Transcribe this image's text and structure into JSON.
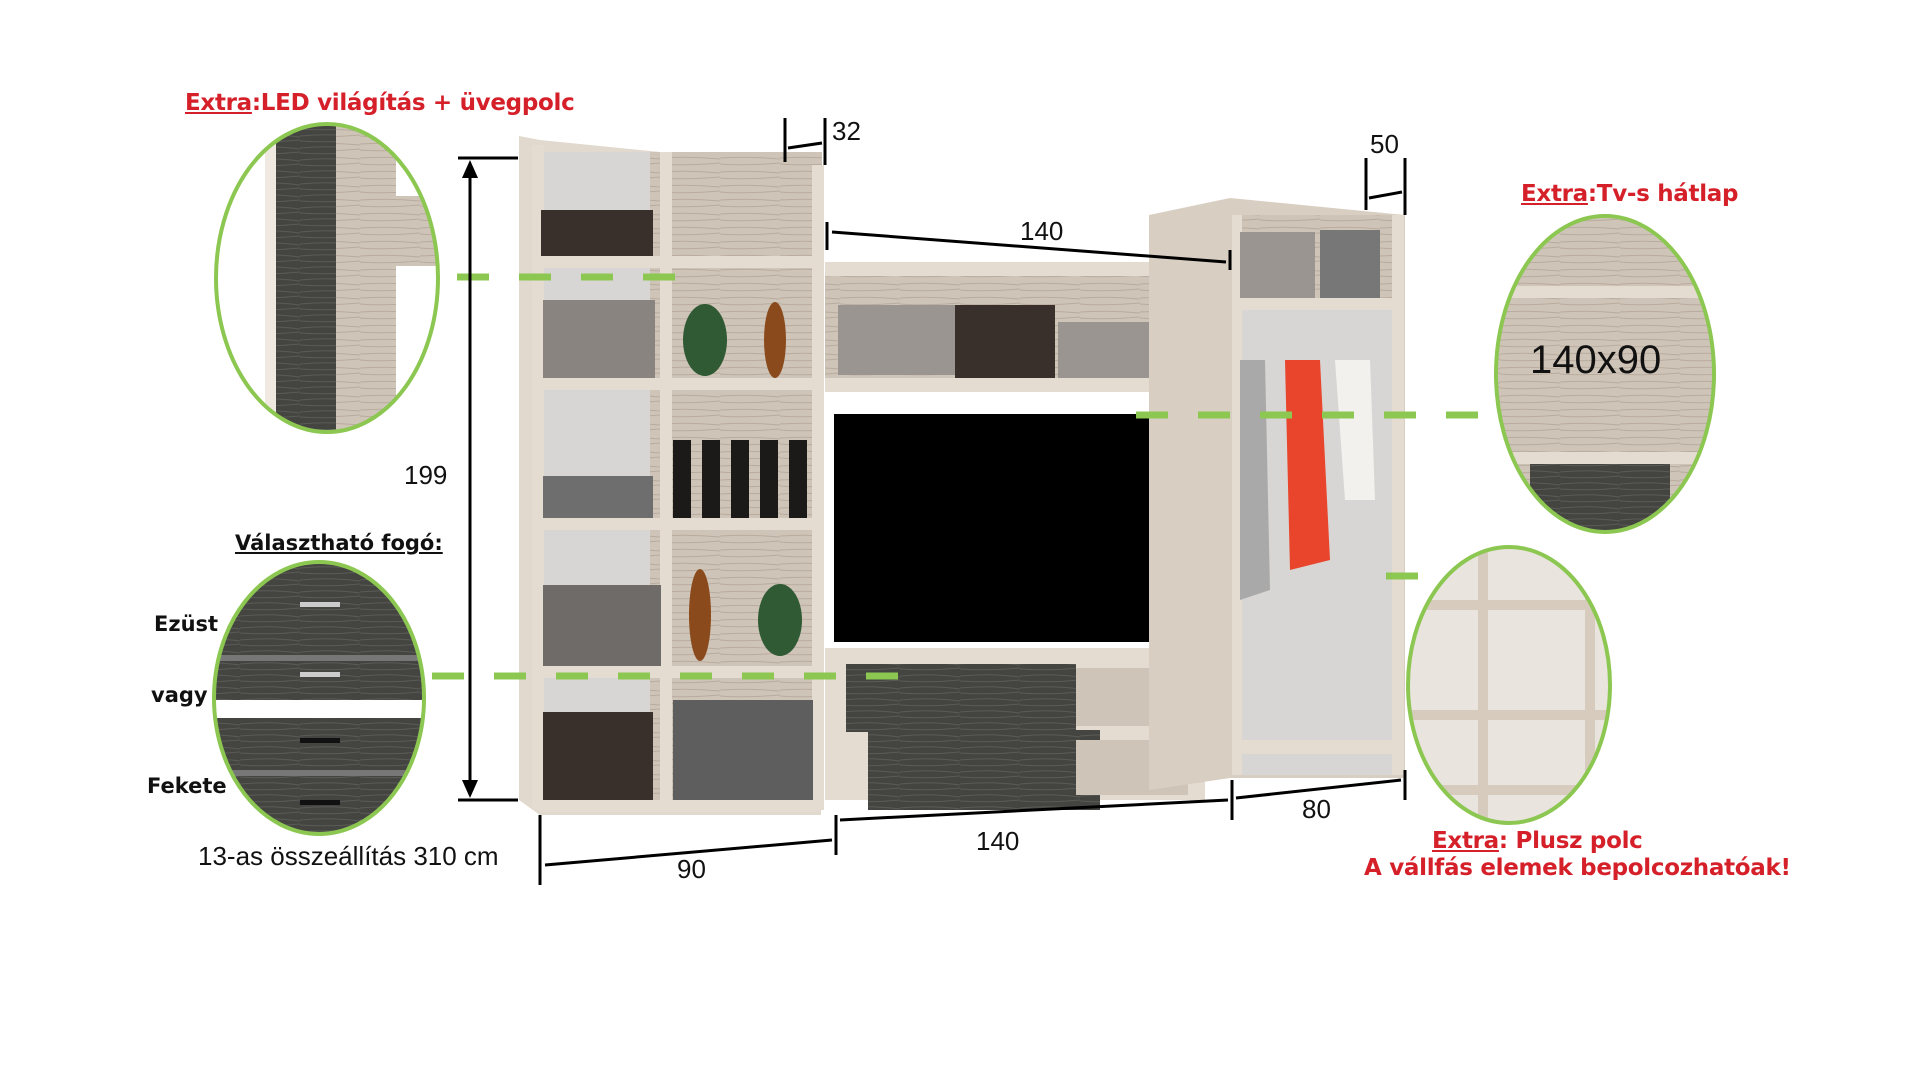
{
  "callouts": {
    "led": {
      "extra": "Extra",
      "text": ":LED világítás + üvegpolc"
    },
    "tv_back": {
      "extra": "Extra",
      "text": ":Tv-s hátlap",
      "size": "140x90"
    },
    "shelf": {
      "extra": "Extra",
      "text": ": Plusz polc",
      "line2": "A vállfás elemek bepolcozhatóak!"
    },
    "handle": {
      "title": "Választható fogó:",
      "silver": "Ezüst",
      "or": "vagy",
      "black": "Fekete"
    }
  },
  "dimensions": {
    "height": "199",
    "depth_left": "32",
    "depth_right": "50",
    "top_width_middle": "140",
    "width_left": "90",
    "width_middle": "140",
    "width_right": "80"
  },
  "caption": "13-as összeállítás 310 cm",
  "colors": {
    "accent_red": "#d5202a",
    "guide_green": "#8cc751",
    "wood": "#d9cfc4",
    "dark_wood": "#3f3f3c"
  }
}
